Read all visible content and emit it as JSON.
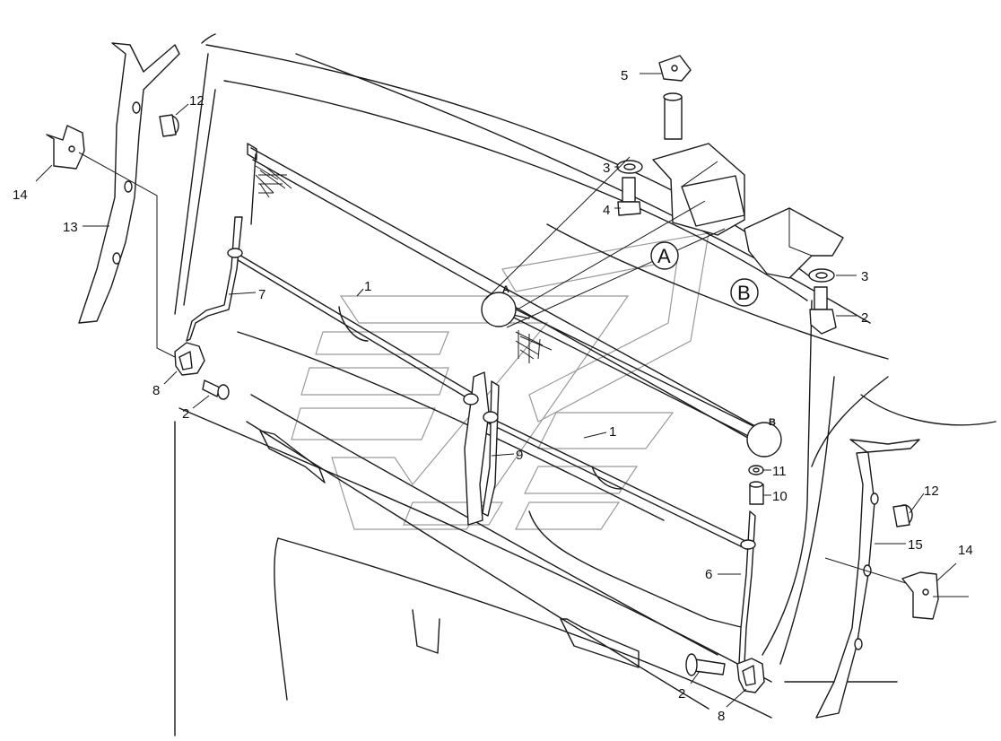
{
  "callouts": [
    {
      "id": "c-5",
      "text": "5"
    },
    {
      "id": "c-3a",
      "text": "3"
    },
    {
      "id": "c-4",
      "text": "4"
    },
    {
      "id": "c-3b",
      "text": "3"
    },
    {
      "id": "c-2a",
      "text": "2"
    },
    {
      "id": "c-12a",
      "text": "12"
    },
    {
      "id": "c-14a",
      "text": "14"
    },
    {
      "id": "c-13",
      "text": "13"
    },
    {
      "id": "c-7",
      "text": "7"
    },
    {
      "id": "c-1a",
      "text": "1"
    },
    {
      "id": "c-8a",
      "text": "8"
    },
    {
      "id": "c-2b",
      "text": "2"
    },
    {
      "id": "c-9",
      "text": "9"
    },
    {
      "id": "c-1b",
      "text": "1"
    },
    {
      "id": "c-11",
      "text": "11"
    },
    {
      "id": "c-10",
      "text": "10"
    },
    {
      "id": "c-12b",
      "text": "12"
    },
    {
      "id": "c-15",
      "text": "15"
    },
    {
      "id": "c-14b",
      "text": "14"
    },
    {
      "id": "c-6",
      "text": "6"
    },
    {
      "id": "c-2c",
      "text": "2"
    },
    {
      "id": "c-8b",
      "text": "8"
    }
  ],
  "detail_markers": [
    {
      "id": "m-A",
      "text": "A"
    },
    {
      "id": "m-B",
      "text": "B"
    }
  ],
  "detail_views": [
    {
      "id": "d-A",
      "text": "A"
    },
    {
      "id": "d-B",
      "text": "B"
    }
  ]
}
